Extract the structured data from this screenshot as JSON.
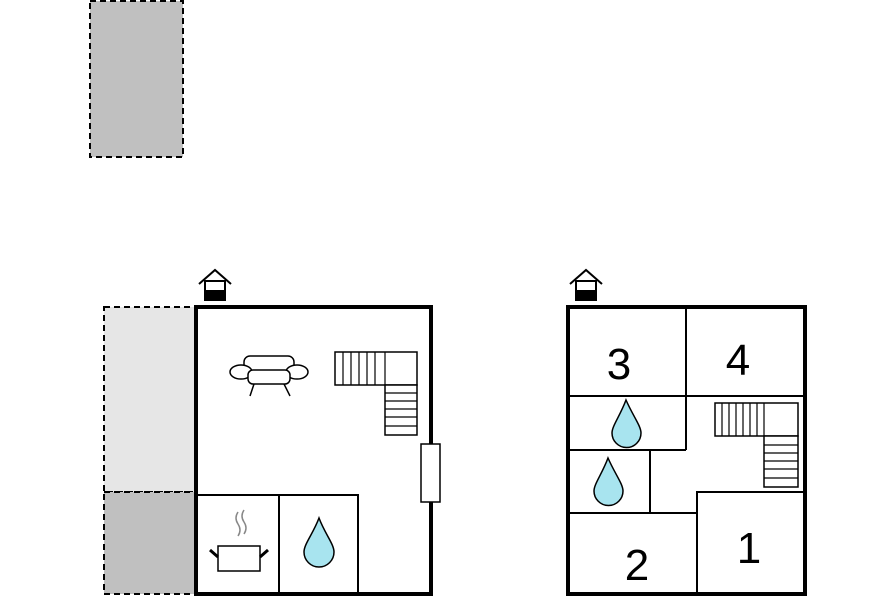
{
  "floors": [
    {
      "rooms": []
    },
    {
      "rooms": [
        {
          "number": "3"
        },
        {
          "number": "4"
        },
        {
          "number": "2"
        },
        {
          "number": "1"
        }
      ]
    }
  ],
  "icons": {
    "entrance": "house-entrance-icon",
    "sofa": "sofa-icon",
    "stairs": "staircase-icon",
    "kitchen": "cooking-pot-icon",
    "bathroom": "water-drop-icon",
    "window": "window-icon"
  },
  "colors": {
    "wall": "#000000",
    "terrace": "#c0c0c0",
    "terrace_light": "#e6e6e6",
    "water": "#a8e4ef"
  }
}
